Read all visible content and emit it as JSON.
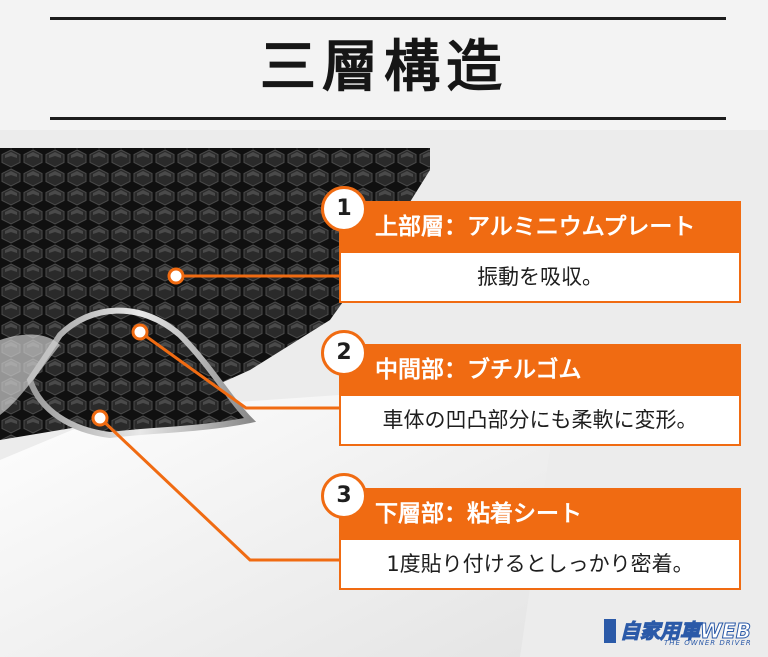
{
  "title": "三層構造",
  "layers": [
    {
      "number": "1",
      "name": "上部層：アルミニウムプレート",
      "description": "振動を吸収。"
    },
    {
      "number": "2",
      "name": "中間部：ブチルゴム",
      "description": "車体の凹凸部分にも柔軟に変形。"
    },
    {
      "number": "3",
      "name": "下層部：粘着シート",
      "description": "1度貼り付けるとしっかり密着。"
    }
  ],
  "logo": {
    "name": "自家用車WEB",
    "tagline": "THE OWNER DRIVER"
  },
  "colors": {
    "accent": "#f06b12",
    "title": "#161616"
  }
}
